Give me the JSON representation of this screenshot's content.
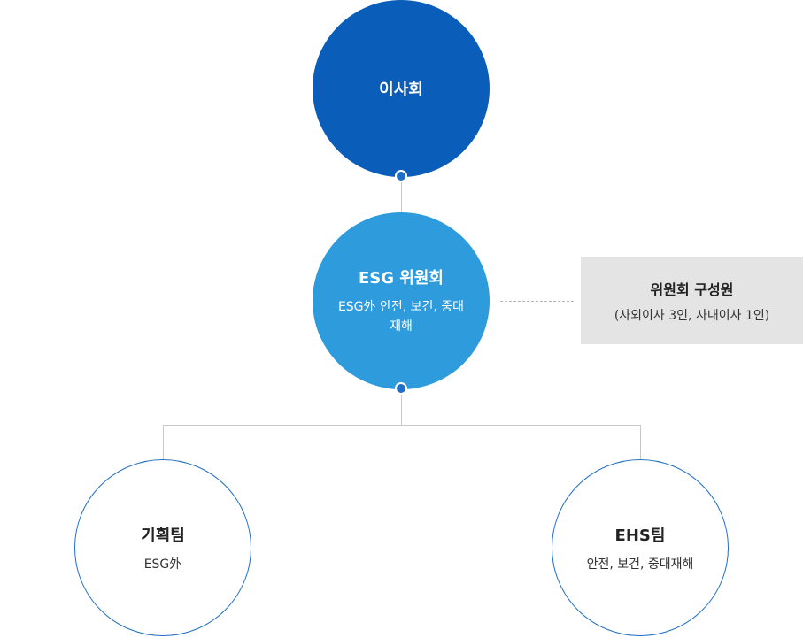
{
  "board": {
    "title": "이사회"
  },
  "committee": {
    "title": "ESG 위원회",
    "desc": "ESG外 안전, 보건, 중대재해"
  },
  "members_box": {
    "title": "위원회 구성원",
    "desc": "(사외이사 3인, 사내이사 1인)"
  },
  "teams": [
    {
      "title": "기획팀",
      "desc": "ESG外"
    },
    {
      "title": "EHS팀",
      "desc": "안전, 보건, 중대재해"
    }
  ],
  "colors": {
    "board": "#0a5eb9",
    "committee": "#2e9bdd",
    "team_border": "#1f6fc4",
    "members_bg": "#e4e4e4"
  }
}
